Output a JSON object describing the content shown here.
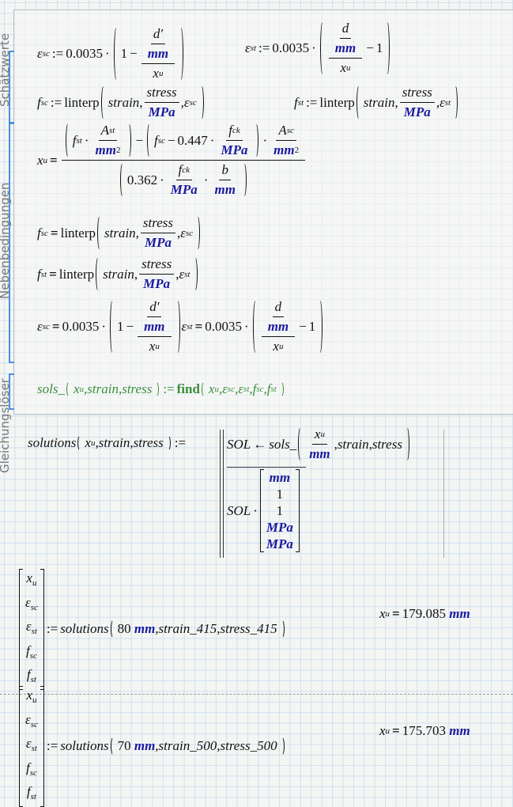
{
  "regions": {
    "estimates": "Schätzwerte",
    "constraints": "Nebenbedingungen",
    "solver": "Gleichungslöser"
  },
  "sym": {
    "eps": "ε",
    "f": "f",
    "x": "x",
    "A": "A",
    "b": "b",
    "d": "d",
    "dp": "d′",
    "sc": "sc",
    "st": "st",
    "u": "u",
    "ck": "ck",
    "mm": "mm",
    "MPa": "MPa",
    "strain": "strain",
    "stress": "stress",
    "linterp": "linterp",
    "define": ":=",
    "eq": "=",
    "dot": "·",
    "minus": "−",
    "comma": ",",
    "one": "1",
    "two": "2"
  },
  "constants": {
    "c1": "0.0035",
    "c2": "0.447",
    "c3": "0.362"
  },
  "solver": {
    "fn": "sols_",
    "find": "find"
  },
  "program": {
    "fn": "solutions",
    "sol": "SOL",
    "arrow": "←",
    "units": [
      "mm",
      "1",
      "1",
      "MPa",
      "MPa"
    ]
  },
  "results": [
    {
      "arg": "80",
      "unit": "mm",
      "strain": "strain_415",
      "stress": "stress_415",
      "value": "179.085",
      "value_unit": "mm"
    },
    {
      "arg": "70",
      "unit": "mm",
      "strain": "strain_500",
      "stress": "stress_500",
      "value": "175.703",
      "value_unit": "mm"
    }
  ],
  "colors": {
    "unit": "#1a1aa0",
    "solver": "#3b8c3b",
    "region_bracket": "#4a90e0",
    "grid": "#cfe0f2"
  }
}
